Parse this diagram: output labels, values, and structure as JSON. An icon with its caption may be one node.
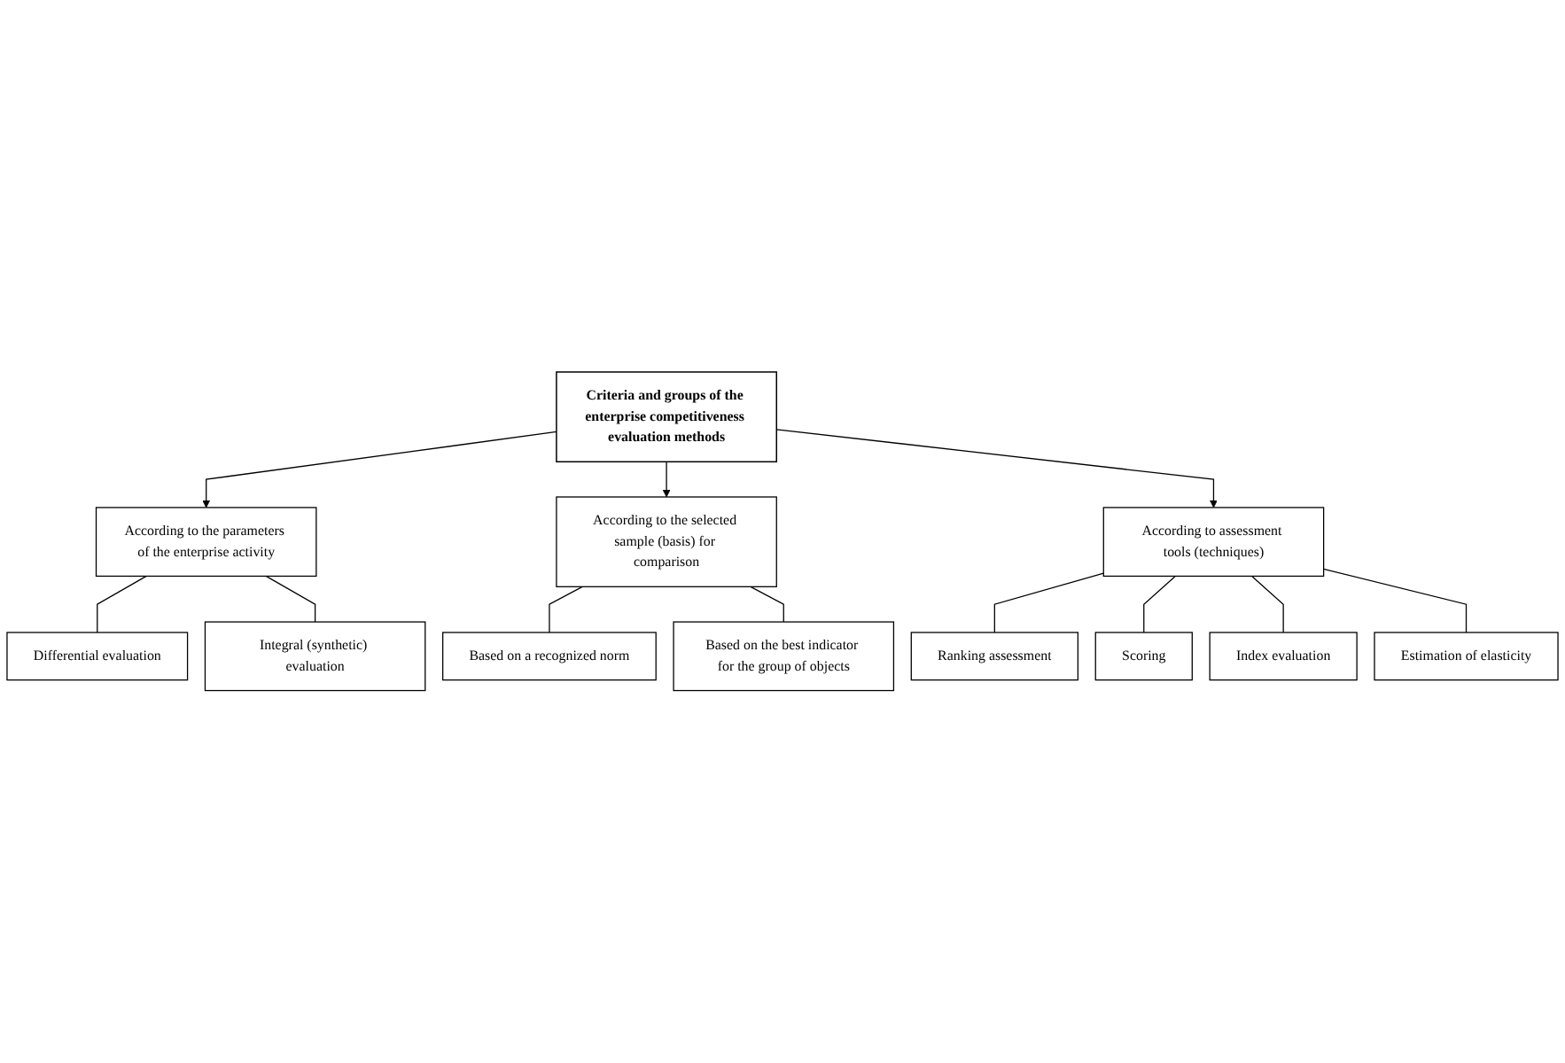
{
  "diagram": {
    "nodes": [
      {
        "text": [
          "Criteria and groups of the enterprise competitiveness evaluation methods"
        ]
      },
      {
        "text": [
          "According to the parameters of the enterprise activity"
        ]
      },
      {
        "text": [
          "According to the selected sample (basis) for comparison"
        ]
      },
      {
        "text": [
          "According to assessment tools (techniques)"
        ]
      },
      {
        "text": [
          "Differential evaluation"
        ]
      },
      {
        "text": [
          "Integral (synthetic) evaluation"
        ]
      },
      {
        "text": [
          "Based on a recognized norm"
        ]
      },
      {
        "text": [
          "Based on the best indicator for the group of objects"
        ]
      },
      {
        "text": [
          "Ranking assessment"
        ]
      },
      {
        "text": [
          "Scoring"
        ]
      },
      {
        "text": [
          "Index evaluation"
        ]
      },
      {
        "text": [
          "Estimation of elasticity"
        ]
      }
    ],
    "edges": [
      {
        "from": 0,
        "to": 1,
        "arrow": "to"
      },
      {
        "from": 0,
        "to": 2,
        "arrow": "to"
      },
      {
        "from": 0,
        "to": 3,
        "arrow": "to"
      },
      {
        "from": 1,
        "to": 4,
        "arrow": "none"
      },
      {
        "from": 1,
        "to": 5,
        "arrow": "none"
      },
      {
        "from": 2,
        "to": 6,
        "arrow": "none"
      },
      {
        "from": 2,
        "to": 7,
        "arrow": "none"
      },
      {
        "from": 3,
        "to": 8,
        "arrow": "none"
      },
      {
        "from": 3,
        "to": 9,
        "arrow": "none"
      },
      {
        "from": 3,
        "to": 10,
        "arrow": "none"
      },
      {
        "from": 3,
        "to": 11,
        "arrow": "none"
      }
    ]
  }
}
